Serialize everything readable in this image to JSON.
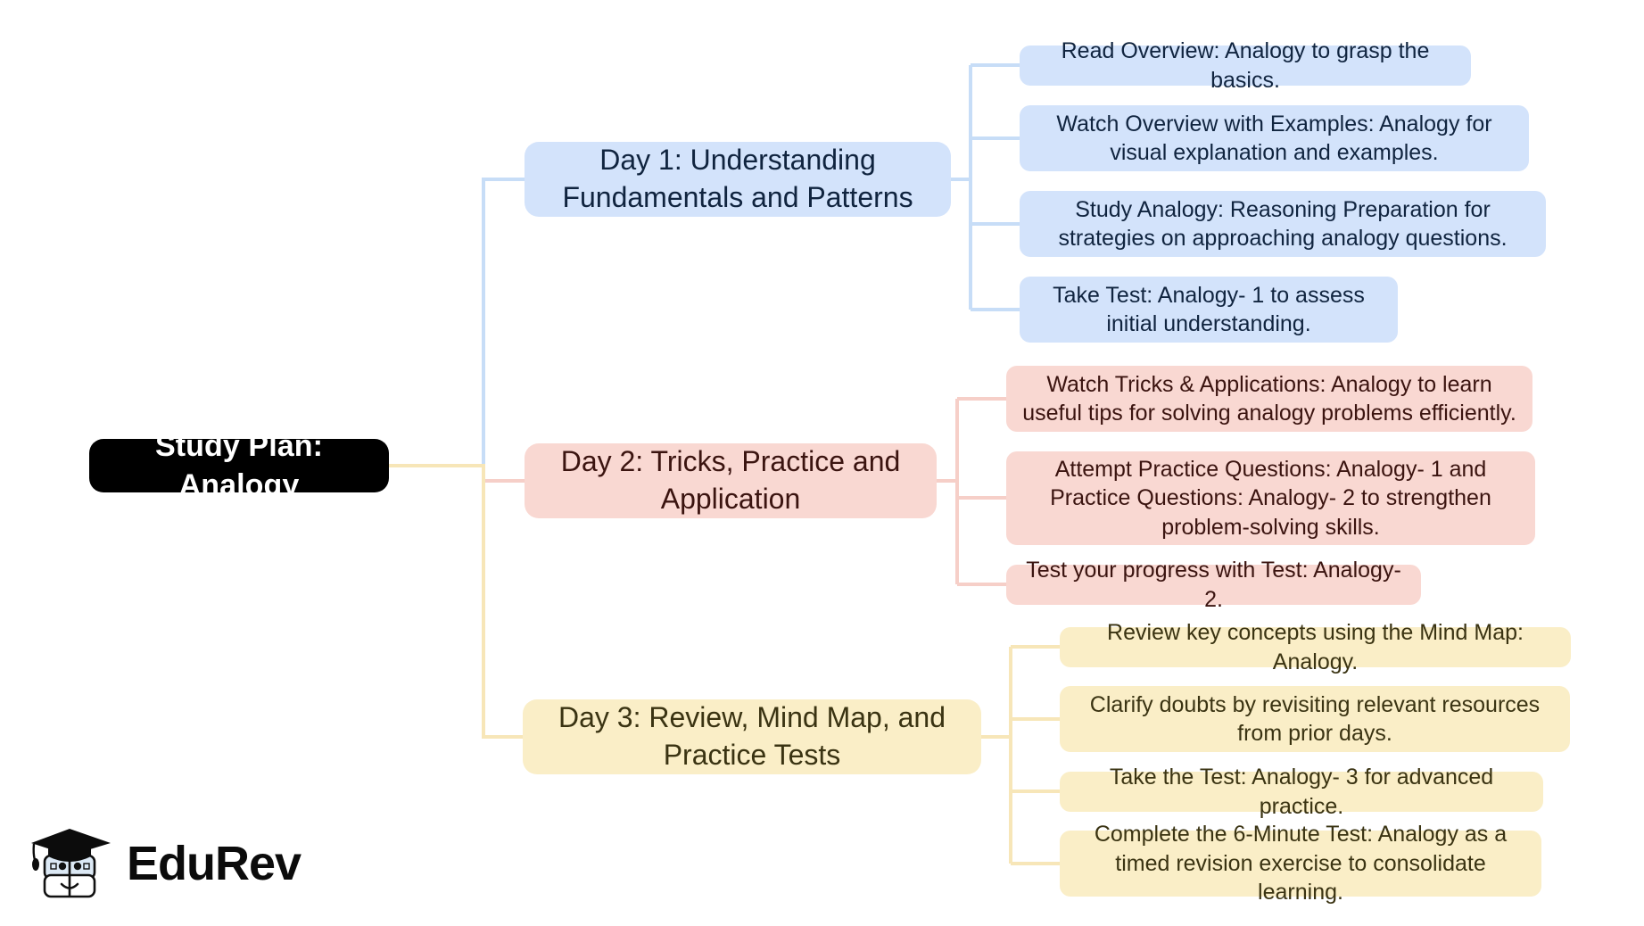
{
  "root": {
    "label": "Study Plan: Analogy",
    "bg": "#000000",
    "fg": "#ffffff"
  },
  "palette": {
    "blue_fill": "#d3e3fb",
    "blue_text": "#10243f",
    "pink_fill": "#f9d8d2",
    "pink_text": "#3b1410",
    "yellow_fill": "#faeec7",
    "yellow_text": "#3a3312",
    "background": "#ffffff"
  },
  "branches": [
    {
      "label": "Day 1: Understanding Fundamentals and Patterns",
      "color": "blue",
      "leaves": [
        {
          "label": "Read Overview: Analogy to grasp the basics."
        },
        {
          "label": "Watch Overview with Examples: Analogy for visual explanation and examples."
        },
        {
          "label": "Study Analogy: Reasoning Preparation for strategies on approaching analogy questions."
        },
        {
          "label": "Take Test: Analogy- 1 to assess initial understanding."
        }
      ]
    },
    {
      "label": "Day 2: Tricks, Practice and Application",
      "color": "pink",
      "leaves": [
        {
          "label": "Watch Tricks & Applications: Analogy to learn useful tips for solving analogy problems efficiently."
        },
        {
          "label": "Attempt Practice Questions: Analogy- 1 and Practice Questions: Analogy- 2 to strengthen problem-solving skills."
        },
        {
          "label": "Test your progress with Test: Analogy- 2."
        }
      ]
    },
    {
      "label": "Day 3: Review, Mind Map, and Practice Tests",
      "color": "yellow",
      "leaves": [
        {
          "label": "Review key concepts using the Mind Map: Analogy."
        },
        {
          "label": "Clarify doubts by revisiting relevant resources from prior days."
        },
        {
          "label": "Take the Test: Analogy- 3 for advanced practice."
        },
        {
          "label": "Complete the 6-Minute Test: Analogy as a timed revision exercise to consolidate learning."
        }
      ]
    }
  ],
  "logo": {
    "text": "EduRev",
    "mark": "graduation-cap-mascot-icon"
  }
}
